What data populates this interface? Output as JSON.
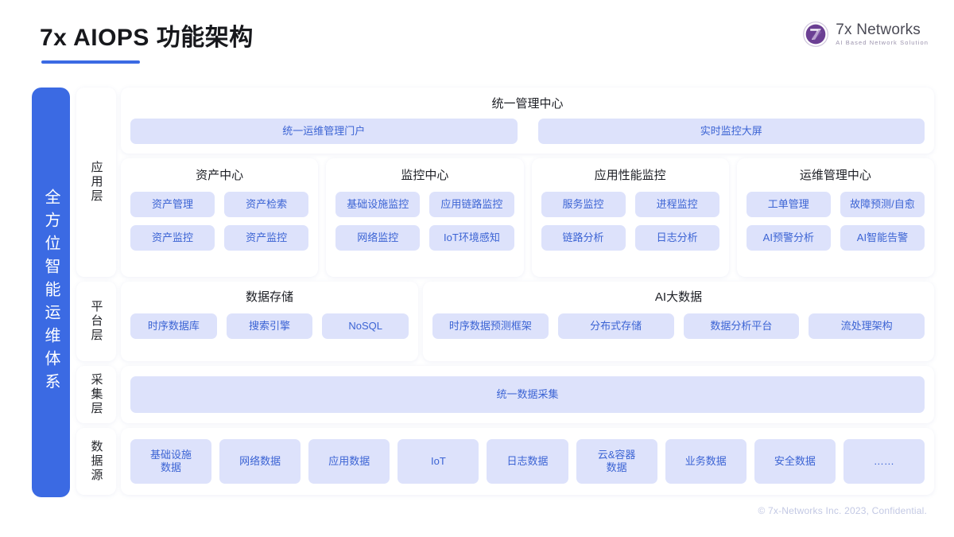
{
  "header": {
    "title": "7x AIOPS 功能架构",
    "accent_color": "#3b6ae3",
    "logo": {
      "name": "7x Networks",
      "tagline": "AI Based Network Solution",
      "mark_color": "#6b3f93"
    }
  },
  "spine": {
    "label": "全方位智能运维体系",
    "color": "#3b6ae3"
  },
  "layers": [
    {
      "label": "应用层",
      "unified_center": {
        "title": "统一管理中心",
        "chips": [
          "统一运维管理门户",
          "实时监控大屏"
        ]
      },
      "cards": [
        {
          "title": "资产中心",
          "chips": [
            "资产管理",
            "资产检索",
            "资产监控",
            "资产监控"
          ]
        },
        {
          "title": "监控中心",
          "chips": [
            "基础设施监控",
            "应用链路监控",
            "网络监控",
            "IoT环境感知"
          ]
        },
        {
          "title": "应用性能监控",
          "chips": [
            "服务监控",
            "进程监控",
            "链路分析",
            "日志分析"
          ]
        },
        {
          "title": "运维管理中心",
          "chips": [
            "工单管理",
            "故障预测/自愈",
            "AI预警分析",
            "AI智能告警"
          ]
        }
      ]
    },
    {
      "label": "平台层",
      "cards": [
        {
          "title": "数据存储",
          "chips": [
            "时序数据库",
            "搜索引擎",
            "NoSQL"
          ]
        },
        {
          "title": "AI大数据",
          "chips": [
            "时序数据预测框架",
            "分布式存储",
            "数据分析平台",
            "流处理架构"
          ]
        }
      ]
    },
    {
      "label": "采集层",
      "chips": [
        "统一数据采集"
      ]
    },
    {
      "label": "数据源",
      "chips": [
        "基础设施\n数据",
        "网络数据",
        "应用数据",
        "IoT",
        "日志数据",
        "云&容器\n数据",
        "业务数据",
        "安全数据",
        "……"
      ]
    }
  ],
  "footer": {
    "copyright": "© 7x-Networks Inc. 2023, Confidential."
  },
  "theme": {
    "chip_bg": "#dde2fb",
    "chip_text": "#3c64d4",
    "panel_bg": "#ffffff",
    "page_bg": "#ffffff"
  }
}
